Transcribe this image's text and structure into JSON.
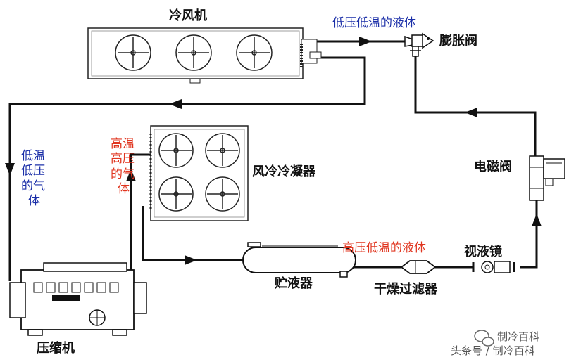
{
  "labels": {
    "cooler": "冷风机",
    "expansion_valve": "膨胀阀",
    "low_pressure_low_temp_liquid": "低压低温的液体",
    "low_temp_low_pressure_gas": [
      "低温",
      "低压",
      "的气",
      "体"
    ],
    "high_temp_high_pressure_gas": [
      "高温",
      "高压",
      "的气",
      "体"
    ],
    "condenser": "风冷冷凝器",
    "solenoid_valve": "电磁阀",
    "high_pressure_low_temp_liquid": "高压低温的液体",
    "sight_glass": "视液镜",
    "receiver": "贮液器",
    "filter_drier": "干燥过滤器",
    "compressor": "压缩机"
  },
  "watermark": {
    "brand": "制冷百科",
    "source": "头条号 / 制冷百科"
  }
}
